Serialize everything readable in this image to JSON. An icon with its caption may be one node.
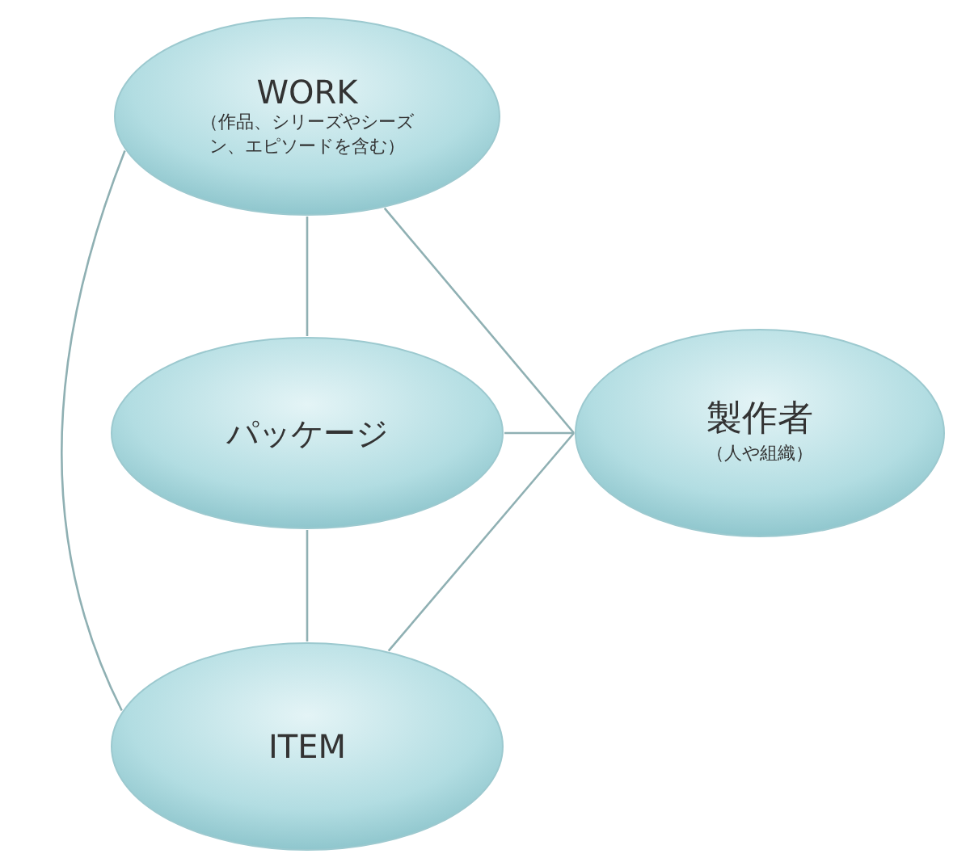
{
  "diagram": {
    "nodes": [
      {
        "text": [
          "WORK",
          "（作品、シリーズやシーズン、エピソードを含む）"
        ]
      },
      {
        "text": [
          "パッケージ"
        ]
      },
      {
        "text": [
          "ITEM"
        ]
      },
      {
        "text": [
          "製作者",
          "（人や組織）"
        ]
      }
    ],
    "edges": [
      {
        "from": 0,
        "to": 1,
        "arrow": "none"
      },
      {
        "from": 1,
        "to": 2,
        "arrow": "none"
      },
      {
        "from": 0,
        "to": 2,
        "arrow": "none"
      },
      {
        "from": 0,
        "to": 3,
        "arrow": "none"
      },
      {
        "from": 1,
        "to": 3,
        "arrow": "none"
      },
      {
        "from": 2,
        "to": 3,
        "arrow": "none"
      }
    ]
  }
}
